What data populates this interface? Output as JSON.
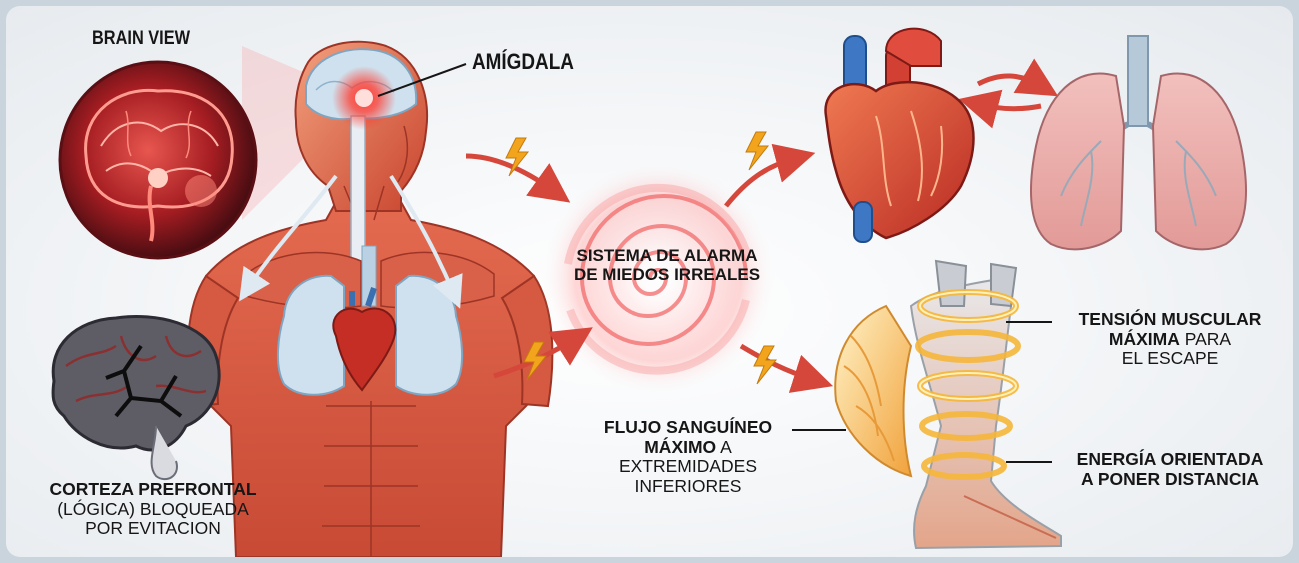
{
  "labels": {
    "brain_view": "BRAIN VIEW",
    "amigdala": "AMÍGDALA",
    "center_line1": "SISTEMA DE ALARMA",
    "center_line2": "DE MIEDOS IRREALES",
    "corteza_line1": "CORTEZA PREFRONTAL",
    "corteza_line2": "(LÓGICA) BLOQUEADA",
    "corteza_line3": "POR EVITACION",
    "flujo_line1": "FLUJO SANGUÍNEO",
    "flujo_line2_bold": "MÁXIMO",
    "flujo_line2_rest": " A",
    "flujo_line3": "EXTREMIDADES",
    "flujo_line4": "INFERIORES",
    "tension_line1": "TENSIÓN MUSCULAR",
    "tension_line2_bold": "MÁXIMA",
    "tension_line2_rest": " PARA",
    "tension_line3": "EL ESCAPE",
    "energia_line1": "ENERGÍA ORIENTADA",
    "energia_line2": "A PONER DISTANCIA"
  },
  "colors": {
    "alarm_red": "#e8262a",
    "muscle": "#d9553c",
    "lung": "#e9a4a4",
    "arrow": "#d5473a",
    "bolt": "#f2a51c",
    "text": "#161616"
  },
  "icons": [
    "brain-view-icon",
    "human-body-icon",
    "amygdala-glow-icon",
    "blocked-brain-icon",
    "alarm-spiral-icon",
    "heart-icon",
    "lungs-icon",
    "winged-leg-icon",
    "lightning-arrow-icon"
  ]
}
